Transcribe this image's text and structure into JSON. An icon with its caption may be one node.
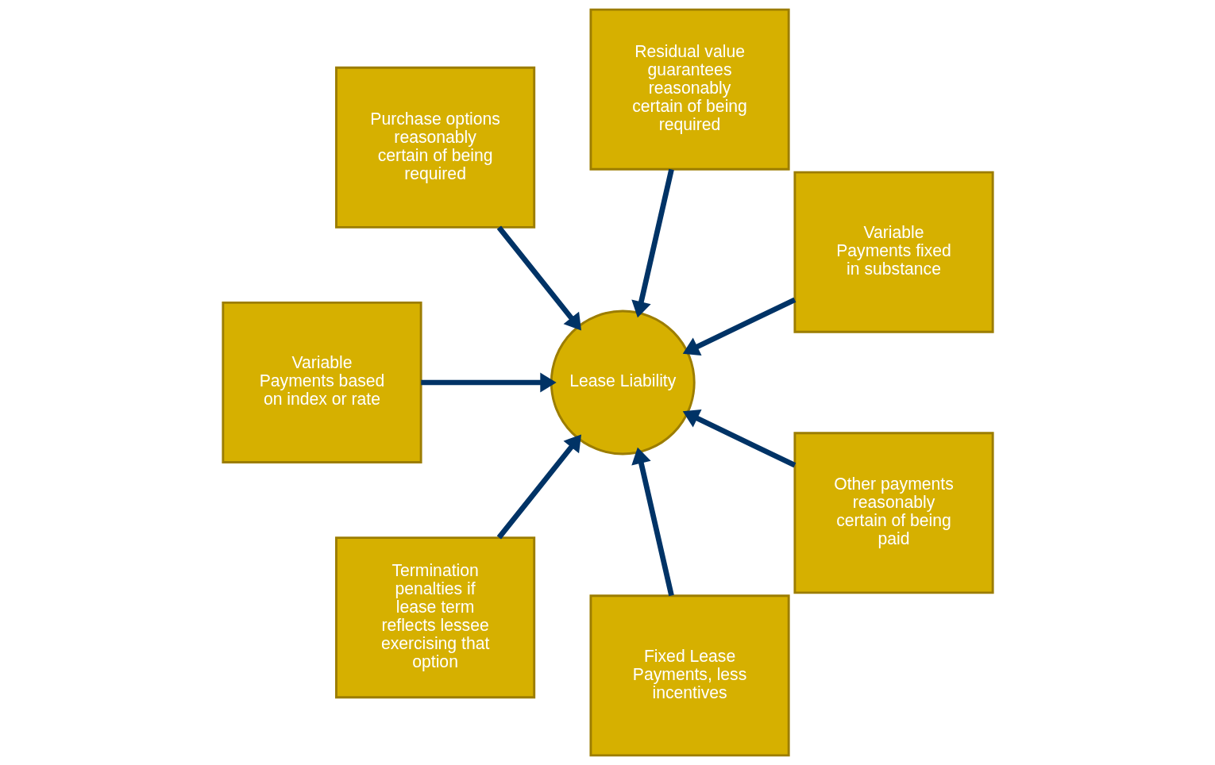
{
  "diagram": {
    "nodes": [
      {
        "text": [
          "Variable Payments fixed in substance"
        ]
      },
      {
        "text": [
          "Residual value guarantees reasonably certain of being required"
        ]
      },
      {
        "text": [
          "Purchase options reasonably certain of being required"
        ]
      },
      {
        "text": [
          "Variable Payments based on index or rate"
        ]
      },
      {
        "text": [
          "Termination penalties if lease term reflects lessee exercising that option"
        ]
      },
      {
        "text": [
          "Lease Liability"
        ]
      },
      {
        "text": [
          "Fixed Lease Payments, less incentives"
        ]
      },
      {
        "text": [
          "Other payments reasonably certain of being paid"
        ]
      }
    ],
    "edges": [
      {
        "from": 0,
        "to": 5,
        "arrow": "to"
      },
      {
        "from": 1,
        "to": 5,
        "arrow": "to"
      },
      {
        "from": 2,
        "to": 5,
        "arrow": "to"
      },
      {
        "from": 3,
        "to": 5,
        "arrow": "to"
      },
      {
        "from": 4,
        "to": 5,
        "arrow": "to"
      },
      {
        "from": 6,
        "to": 5,
        "arrow": "to"
      },
      {
        "from": 7,
        "to": 5,
        "arrow": "to"
      }
    ]
  }
}
